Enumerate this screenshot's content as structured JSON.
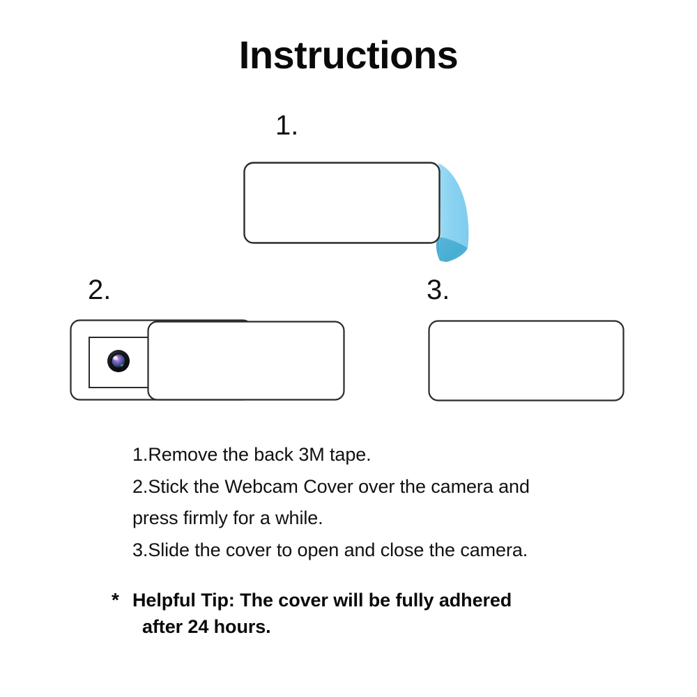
{
  "page": {
    "background_color": "#ffffff",
    "title": "Instructions"
  },
  "steps": [
    {
      "number": "1.",
      "diagram": "webcam-cover-with-peeling-3m-tape",
      "description": "Rounded rectangle webcam cover with a blue adhesive backing tape peeling off the right edge"
    },
    {
      "number": "2.",
      "diagram": "webcam-cover-slid-open-over-camera-lens",
      "description": "Cover back plate with camera lens visible through the open window, sliding shutter pushed to the right"
    },
    {
      "number": "3.",
      "diagram": "webcam-cover-closed",
      "description": "Plain rounded rectangle showing the cover fully closed"
    }
  ],
  "colors": {
    "outline": "#222222",
    "tape_light_blue": "#8FD5F2",
    "tape_dark_blue": "#4EAFD5",
    "lens_body": "#111118",
    "lens_glass_purple": "#8A63C8",
    "lens_glass_blue": "#3E6FA8",
    "text": "#111111"
  },
  "instructions": {
    "lines": [
      "1.Remove the back 3M tape.",
      "2.Stick the Webcam Cover over the camera and",
      "press firmly for a while.",
      "3.Slide the cover to open and close the camera."
    ]
  },
  "tip": {
    "marker": "*",
    "lines": [
      "Helpful Tip: The cover will be fully adhered",
      "after 24 hours."
    ]
  }
}
